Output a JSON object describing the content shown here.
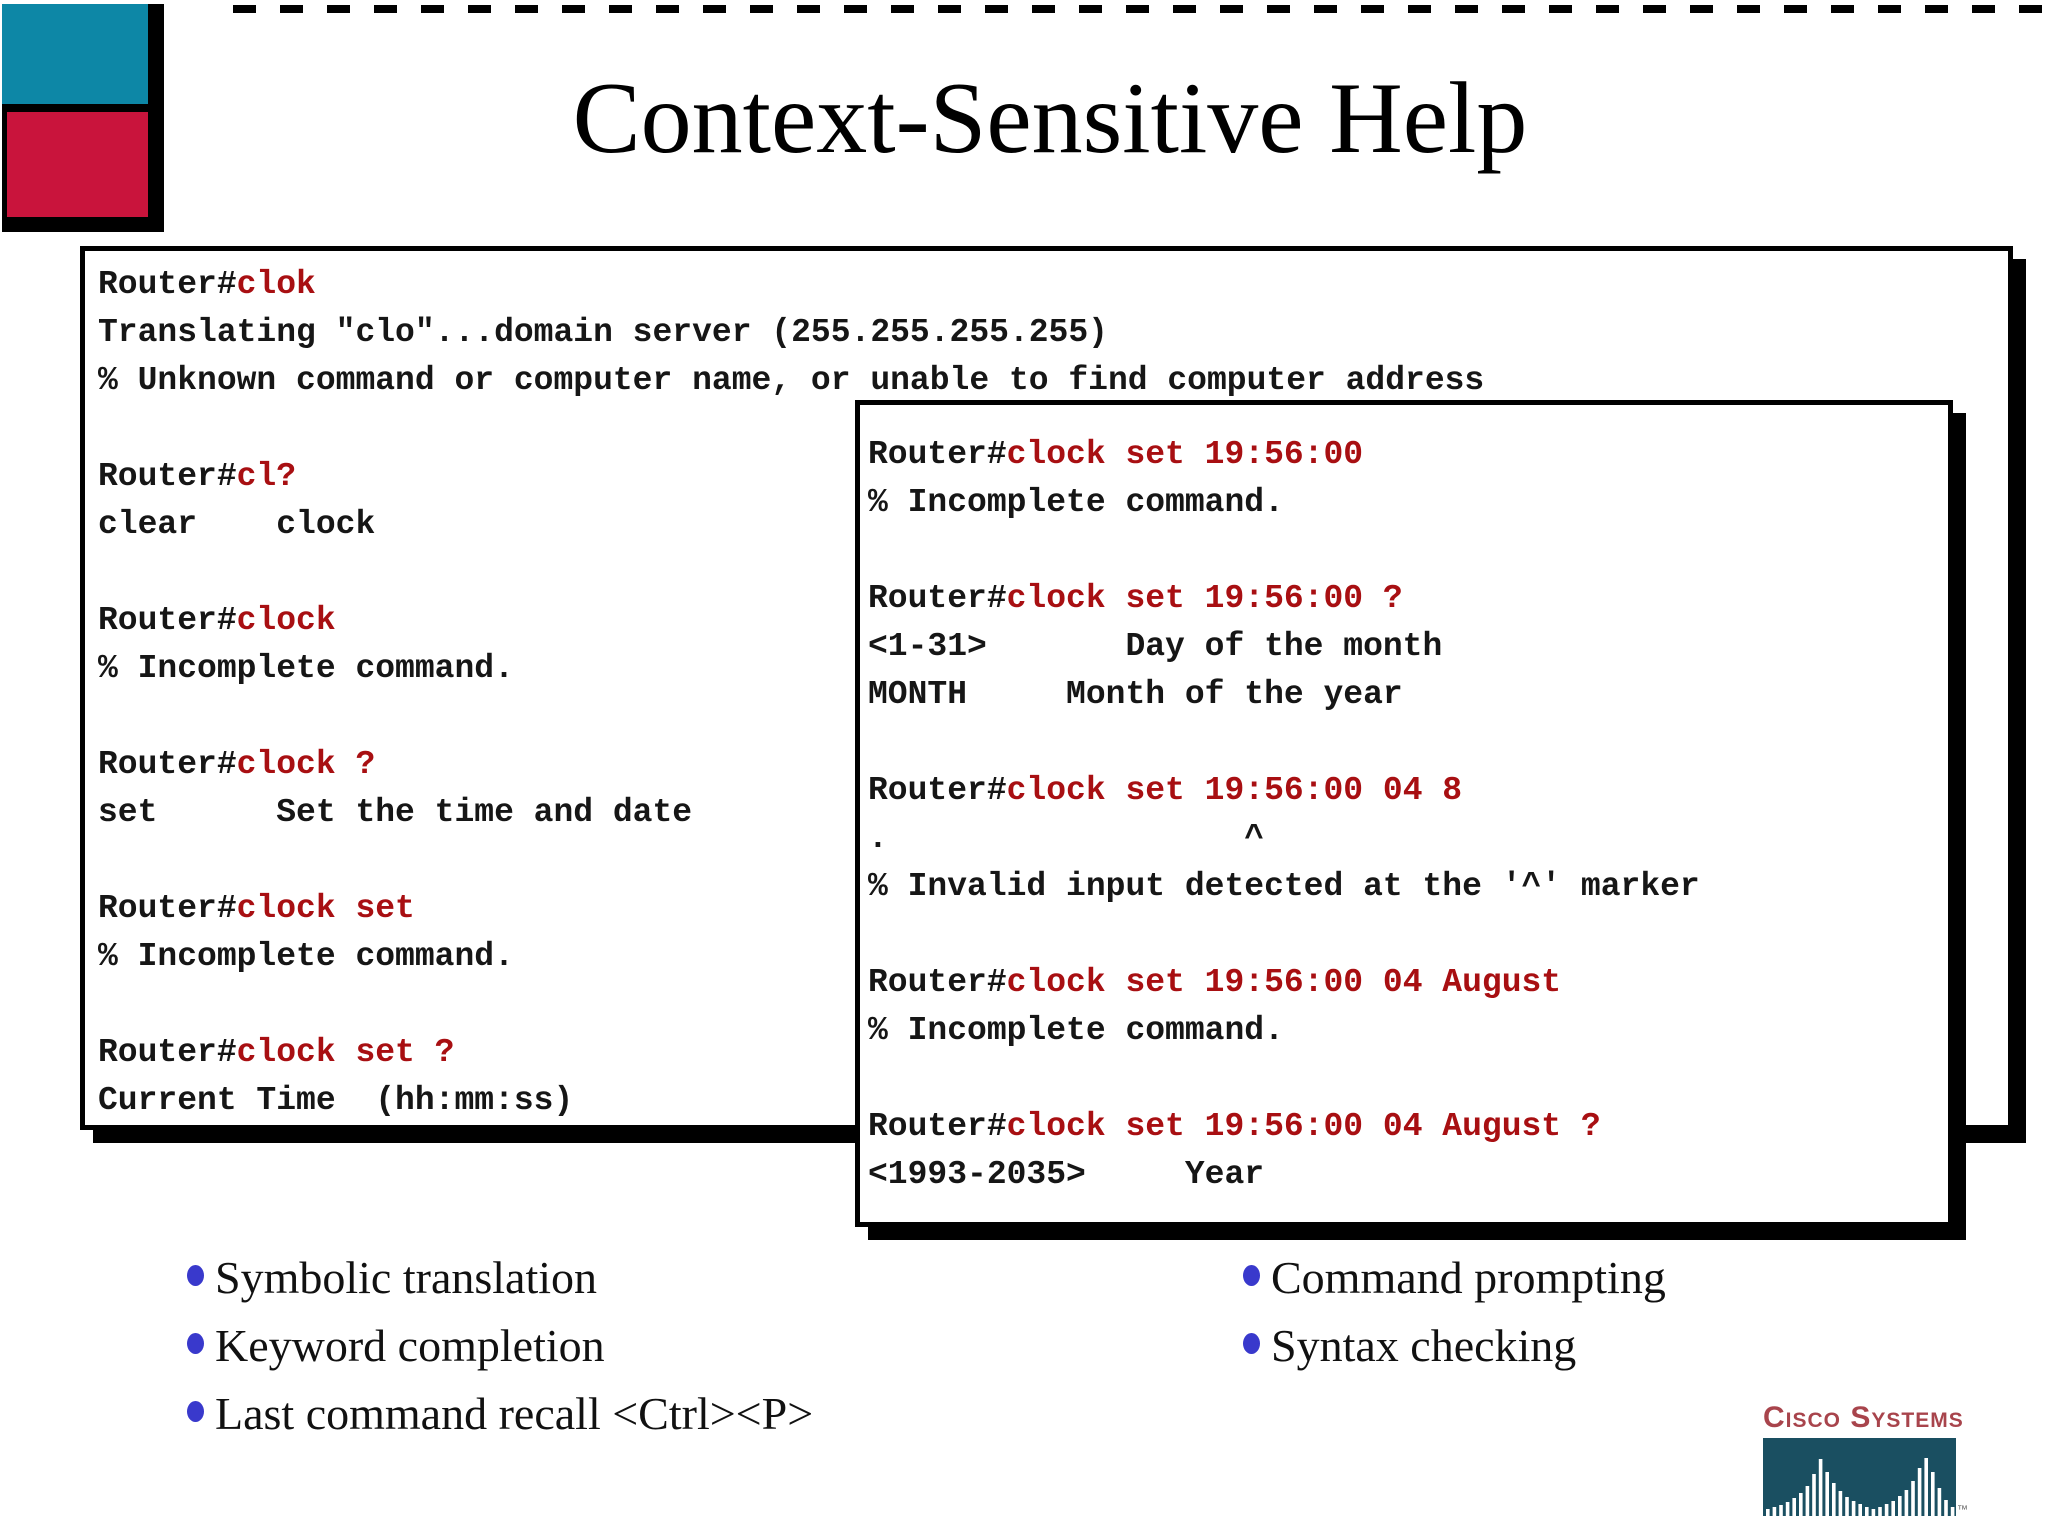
{
  "slide": {
    "title": "Context-Sensitive Help"
  },
  "colors": {
    "accent_red": "#a80f12",
    "teal_square": "#0d87a6",
    "red_square": "#c9143c",
    "bullet_blue": "#3939cc",
    "logo_red": "#a8444c",
    "logo_teal": "#1a4f61",
    "text_black": "#161616",
    "border_black": "#000000",
    "background": "#ffffff"
  },
  "terminal_left": {
    "lines": [
      {
        "pre": "Router#",
        "red": "clok"
      },
      {
        "pre": "Translating \"clo\"...domain server (255.255.255.255)",
        "red": ""
      },
      {
        "pre": "% Unknown command or computer name, or unable to find computer address",
        "red": ""
      },
      {
        "pre": "",
        "red": ""
      },
      {
        "pre": "Router#",
        "red": "cl?"
      },
      {
        "pre": "clear    clock",
        "red": ""
      },
      {
        "pre": "",
        "red": ""
      },
      {
        "pre": "Router#",
        "red": "clock"
      },
      {
        "pre": "% Incomplete command.",
        "red": ""
      },
      {
        "pre": "",
        "red": ""
      },
      {
        "pre": "Router#",
        "red": "clock ?"
      },
      {
        "pre": "set      Set the time and date",
        "red": ""
      },
      {
        "pre": "",
        "red": ""
      },
      {
        "pre": "Router#",
        "red": "clock set"
      },
      {
        "pre": "% Incomplete command.",
        "red": ""
      },
      {
        "pre": "",
        "red": ""
      },
      {
        "pre": "Router#",
        "red": "clock set ?"
      },
      {
        "pre": "Current Time  (hh:mm:ss)",
        "red": ""
      }
    ]
  },
  "terminal_right": {
    "lines": [
      {
        "pre": "Router#",
        "red": "clock set 19:56:00"
      },
      {
        "pre": "% Incomplete command.",
        "red": ""
      },
      {
        "pre": "",
        "red": ""
      },
      {
        "pre": "Router#",
        "red": "clock set 19:56:00 ?"
      },
      {
        "pre": "<1-31>       Day of the month",
        "red": ""
      },
      {
        "pre": "MONTH     Month of the year",
        "red": ""
      },
      {
        "pre": "",
        "red": ""
      },
      {
        "pre": "Router#",
        "red": "clock set 19:56:00 04 8"
      },
      {
        "pre": ".                  ^",
        "red": ""
      },
      {
        "pre": "% Invalid input detected at the '^' marker",
        "red": ""
      },
      {
        "pre": "",
        "red": ""
      },
      {
        "pre": "Router#",
        "red": "clock set 19:56:00 04 August"
      },
      {
        "pre": "% Incomplete command.",
        "red": ""
      },
      {
        "pre": "",
        "red": ""
      },
      {
        "pre": "Router#",
        "red": "clock set 19:56:00 04 August ?"
      },
      {
        "pre": "<1993-2035>     Year",
        "red": ""
      }
    ]
  },
  "bullets_left": [
    {
      "label": "Symbolic translation"
    },
    {
      "label": "Keyword completion"
    },
    {
      "label": "Last command recall <Ctrl><P>"
    }
  ],
  "bullets_right": [
    {
      "label": "Command prompting"
    },
    {
      "label": "Syntax checking"
    }
  ],
  "logo": {
    "name": "Cisco Systems",
    "trademark": "™"
  }
}
